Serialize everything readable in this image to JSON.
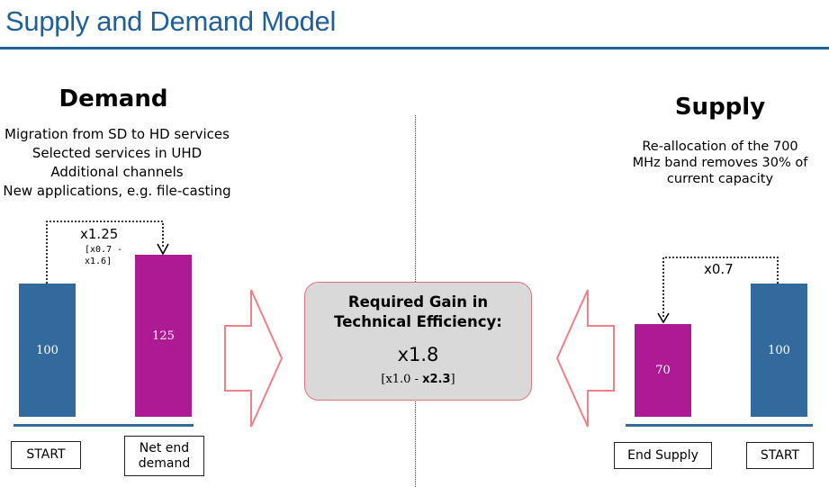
{
  "title": "Supply and Demand Model",
  "demand": {
    "heading": "Demand",
    "drivers": [
      "Migration from SD to HD services",
      "Selected services in UHD",
      "Additional channels",
      "New applications, e.g. file-casting"
    ],
    "factor": "x1.25",
    "range_line1": "[x0.7 -",
    "range_line2": "x1.6]",
    "start_value": "100",
    "end_value": "125",
    "start_label": "START",
    "end_label_line1": "Net end",
    "end_label_line2": "demand"
  },
  "supply": {
    "heading": "Supply",
    "note_lines": [
      "Re-allocation of the 700",
      "MHz band removes 30% of",
      "current capacity"
    ],
    "factor": "x0.7",
    "end_value": "70",
    "start_value": "100",
    "end_label": "End Supply",
    "start_label": "START"
  },
  "gain": {
    "title_line1": "Required Gain in",
    "title_line2": "Technical Efficiency:",
    "value": "x1.8",
    "range_prefix": "[x1.0 - ",
    "range_bold": "x2.3",
    "range_suffix": "]"
  },
  "colors": {
    "title": "#1f5f9a",
    "start_bar": "#326a9e",
    "end_bar": "#ad1a93",
    "arrow_outline": "#f07f87",
    "gain_box": "#d9d9d9"
  }
}
